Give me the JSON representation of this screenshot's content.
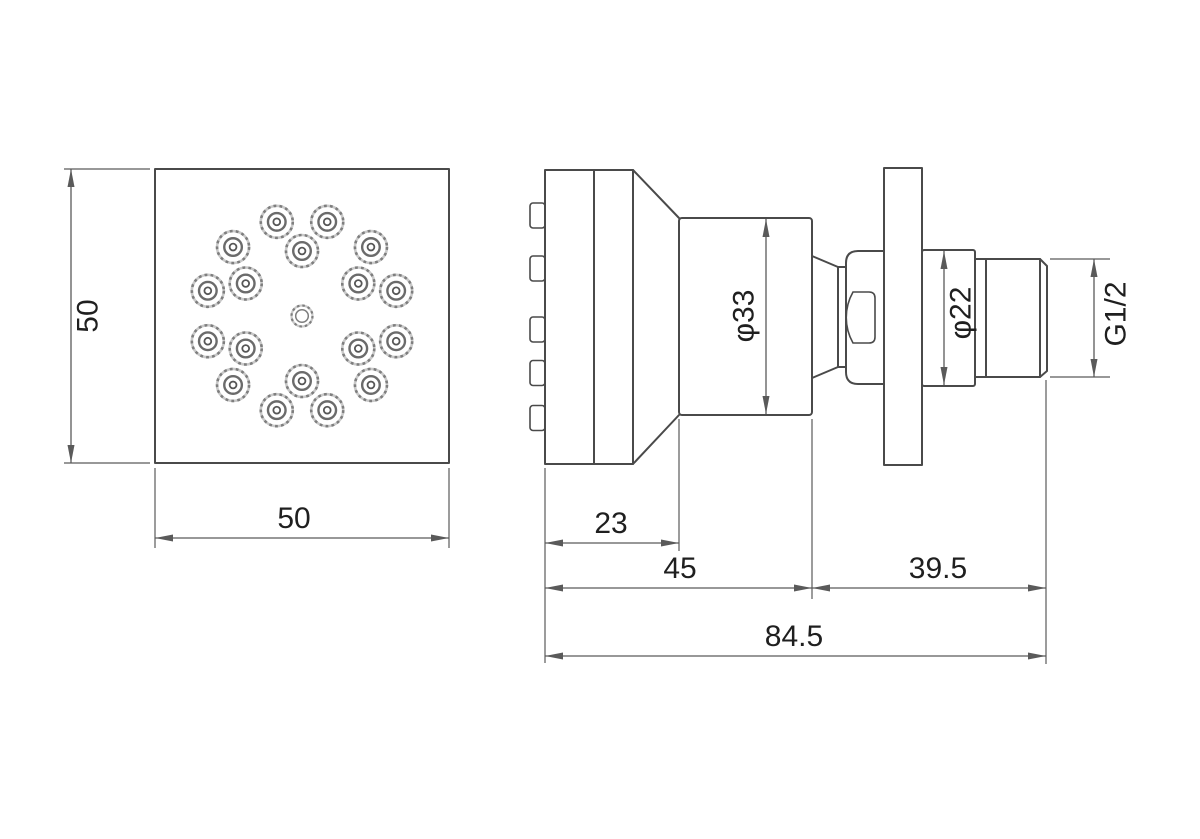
{
  "front_view": {
    "dim_height_label": "50",
    "dim_width_label": "50",
    "nozzle_pattern": {
      "outer_ring_count": 12,
      "inner_ring_count": 6,
      "center_jet_count": 1
    }
  },
  "side_view": {
    "dim_faceplate_depth": "23",
    "dim_head_depth": "45",
    "dim_rear_depth": "39.5",
    "dim_overall_depth": "84.5",
    "dim_body_diameter": "φ33",
    "dim_collar_diameter": "φ22",
    "dim_thread_size": "G1/2"
  },
  "colors": {
    "outline": "#4a4a4a",
    "dimension": "#5a5a5a",
    "text": "#1f1f1f",
    "nozzle_ring_light": "#c9c9c9",
    "nozzle_ring_dark": "#7e7e7e",
    "nozzle_mid": "#6b6b6b",
    "nozzle_dot": "#565656",
    "background": "#ffffff"
  }
}
